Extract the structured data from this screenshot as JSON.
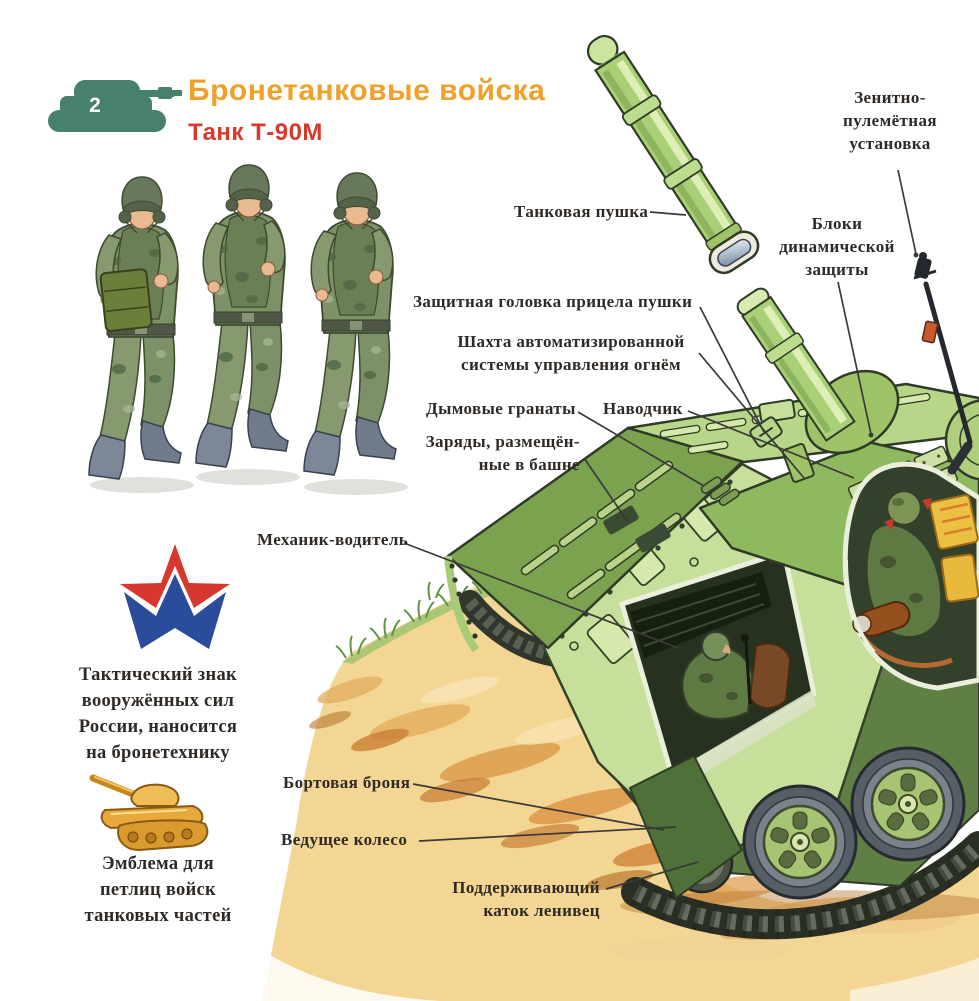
{
  "colors": {
    "title_orange": "#F0A12C",
    "subtitle_red": "#D9382C",
    "badge_green": "#47816B",
    "star_red": "#D6372E",
    "star_blue": "#2B4B9B",
    "emblem_gold": "#E8A93C",
    "hull_green": "#C6DF9A",
    "ground_sand": "#F3D693"
  },
  "header": {
    "badge_number": "2",
    "title": "Бронетанковые войска",
    "subtitle": "Танк Т-90М"
  },
  "icons": {
    "badge": "tank-silhouette-icon",
    "star": "army-star-emblem",
    "gold_tank": "tank-petlitsa-emblem"
  },
  "part_labels": {
    "aa_mount": {
      "lines": [
        "Зенитно-",
        "пулемётная",
        "установка"
      ]
    },
    "tank_gun": {
      "text": "Танковая пушка"
    },
    "dynamic_protection": {
      "lines": [
        "Блоки",
        "динамической",
        "защиты"
      ]
    },
    "sight_head": {
      "text": "Защитная головка прицела пушки"
    },
    "fcs_shaft": {
      "lines": [
        "Шахта автоматизированной",
        "системы управления огнём"
      ]
    },
    "smoke_grenades": {
      "text": "Дымовые гранаты"
    },
    "gunner": {
      "text": "Наводчик"
    },
    "turret_charges": {
      "lines": [
        "Заряды, размещён-",
        "ные в башне"
      ]
    },
    "driver": {
      "text": "Механик-водитель"
    },
    "side_armor": {
      "text": "Бортовая броня"
    },
    "drive_wheel": {
      "text": "Ведущее колесо"
    },
    "idler_roller": {
      "lines": [
        "Поддерживающий",
        "каток ленивец"
      ]
    }
  },
  "emblem_captions": {
    "star": {
      "lines": [
        "Тактический знак",
        "вооружённых сил",
        "России, наносится",
        "на бронетехнику"
      ]
    },
    "gold_tank": {
      "lines": [
        "Эмблема для",
        "петлиц войск",
        "танковых частей"
      ]
    }
  }
}
